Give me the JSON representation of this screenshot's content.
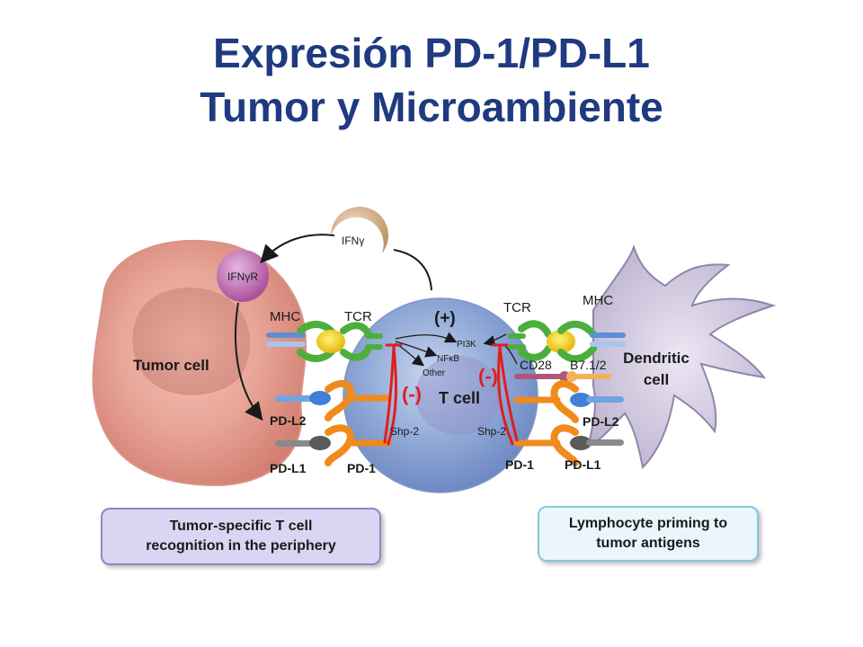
{
  "title": {
    "line1": "Expresión PD-1/PD-L1",
    "line2": "Tumor y Microambiente"
  },
  "diagram": {
    "tumor_cell": "Tumor cell",
    "t_cell": "T cell",
    "dendritic_cell_line1": "Dendritic",
    "dendritic_cell_line2": "cell",
    "ifng": "IFNγ",
    "ifngr": "IFNγR",
    "mhc_left": "MHC",
    "tcr_left": "TCR",
    "tcr_right": "TCR",
    "mhc_right": "MHC",
    "plus": "(+)",
    "minus_left": "(-)",
    "minus_right": "(-)",
    "pi3k": "PI3K",
    "nfkb": "NFκB",
    "other": "Other",
    "cd28": "CD28",
    "b7": "B7.1/2",
    "pd_l2_left": "PD-L2",
    "pd_l1_left": "PD-L1",
    "pd1_left": "PD-1",
    "shp2_left": "Shp-2",
    "shp2_right": "Shp-2",
    "pd1_right": "PD-1",
    "pd_l1_right": "PD-L1",
    "pd_l2_right": "PD-L2"
  },
  "boxes": {
    "left_line1": "Tumor-specific T cell",
    "left_line2": "recognition in the periphery",
    "right_line1": "Lymphocyte priming to",
    "right_line2": "tumor antigens"
  },
  "colors": {
    "title": "#1f3a80",
    "inhibition": "#e01e1e",
    "pd1": "#f08a1c",
    "tcr": "#4caf3c"
  }
}
